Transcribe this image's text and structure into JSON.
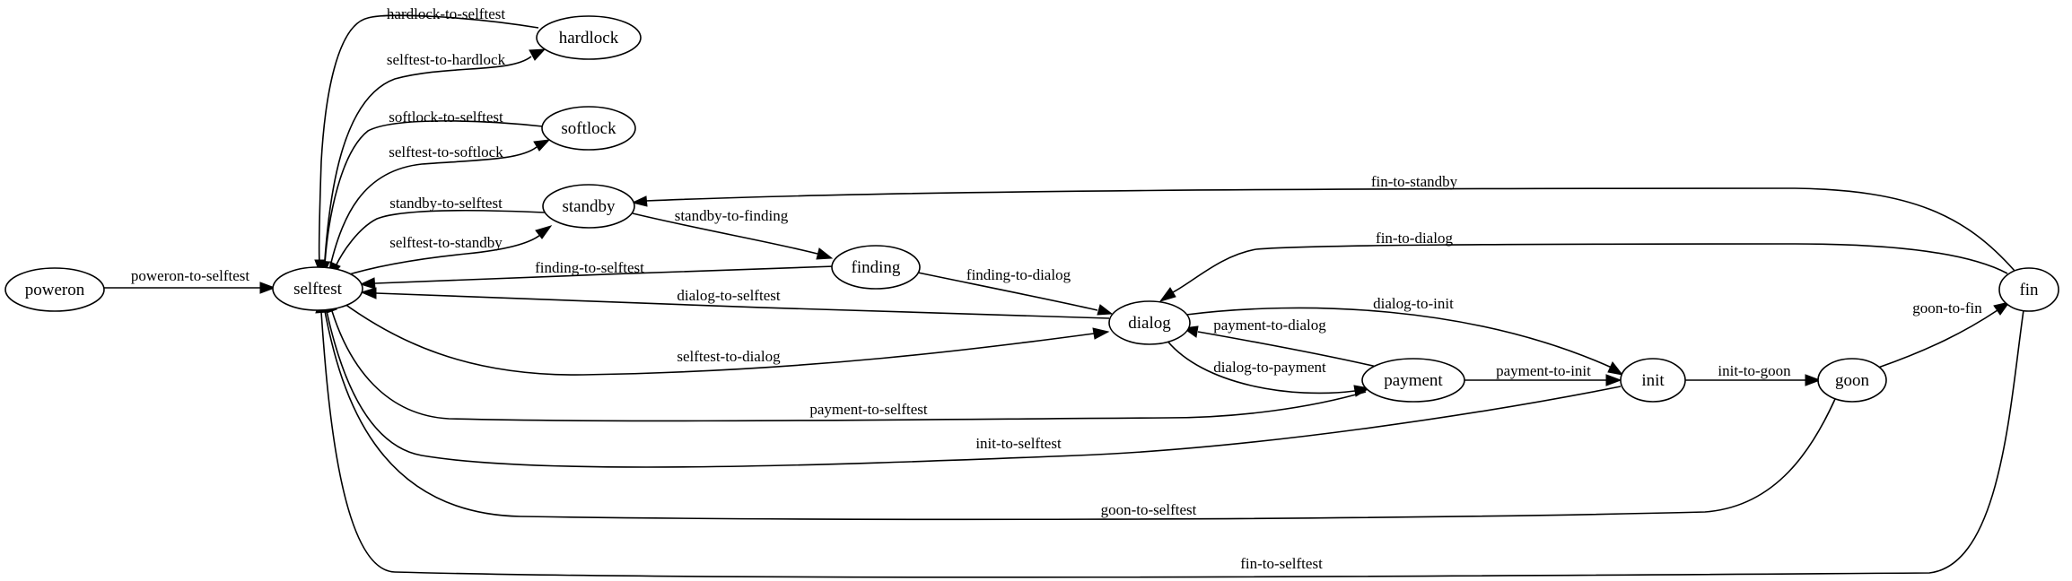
{
  "nodes": {
    "poweron": "poweron",
    "selftest": "selftest",
    "hardlock": "hardlock",
    "softlock": "softlock",
    "standby": "standby",
    "finding": "finding",
    "dialog": "dialog",
    "payment": "payment",
    "init": "init",
    "goon": "goon",
    "fin": "fin"
  },
  "edges": {
    "poweron_to_selftest": "poweron-to-selftest",
    "hardlock_to_selftest": "hardlock-to-selftest",
    "selftest_to_hardlock": "selftest-to-hardlock",
    "softlock_to_selftest": "softlock-to-selftest",
    "selftest_to_softlock": "selftest-to-softlock",
    "standby_to_selftest": "standby-to-selftest",
    "selftest_to_standby": "selftest-to-standby",
    "standby_to_finding": "standby-to-finding",
    "finding_to_selftest": "finding-to-selftest",
    "finding_to_dialog": "finding-to-dialog",
    "dialog_to_selftest": "dialog-to-selftest",
    "selftest_to_dialog": "selftest-to-dialog",
    "dialog_to_init": "dialog-to-init",
    "dialog_to_payment": "dialog-to-payment",
    "payment_to_dialog": "payment-to-dialog",
    "payment_to_init": "payment-to-init",
    "payment_to_selftest": "payment-to-selftest",
    "init_to_goon": "init-to-goon",
    "init_to_selftest": "init-to-selftest",
    "goon_to_fin": "goon-to-fin",
    "goon_to_selftest": "goon-to-selftest",
    "fin_to_standby": "fin-to-standby",
    "fin_to_dialog": "fin-to-dialog",
    "fin_to_selftest": "fin-to-selftest"
  }
}
